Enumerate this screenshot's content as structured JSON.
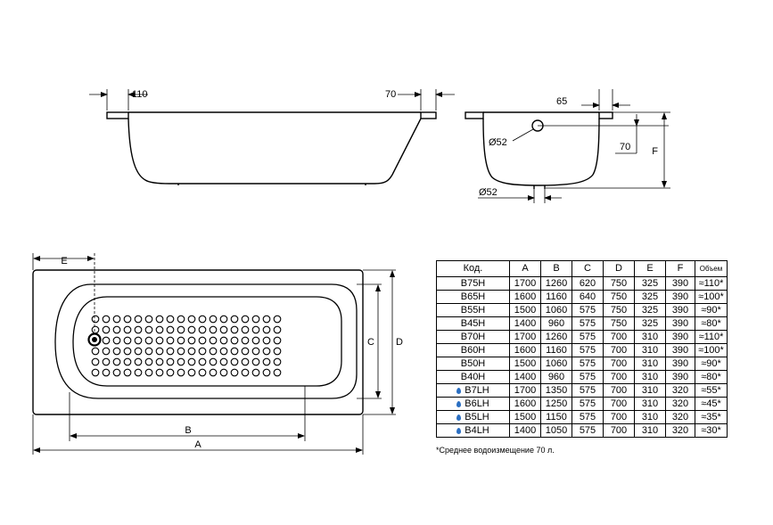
{
  "drawings": {
    "side_view": {
      "left_rim_label": "110",
      "right_rim_label": "70"
    },
    "end_view": {
      "label_65": "65",
      "label_hole_top": "Ø52",
      "label_70": "70",
      "label_f": "F",
      "label_hole_bottom": "Ø52"
    },
    "plan_view": {
      "label_e": "E",
      "label_b": "B",
      "label_a": "A",
      "label_c": "C",
      "label_d": "D"
    }
  },
  "table": {
    "headers": [
      "Код.",
      "A",
      "B",
      "C",
      "D",
      "E",
      "F",
      "Объем"
    ],
    "rows": [
      {
        "code": "B75H",
        "a": "1700",
        "b": "1260",
        "c": "620",
        "d": "750",
        "e": "325",
        "f": "390",
        "vol": "≈110*",
        "drop": false
      },
      {
        "code": "B65H",
        "a": "1600",
        "b": "1160",
        "c": "640",
        "d": "750",
        "e": "325",
        "f": "390",
        "vol": "≈100*",
        "drop": false
      },
      {
        "code": "B55H",
        "a": "1500",
        "b": "1060",
        "c": "575",
        "d": "750",
        "e": "325",
        "f": "390",
        "vol": "≈90*",
        "drop": false
      },
      {
        "code": "B45H",
        "a": "1400",
        "b": "960",
        "c": "575",
        "d": "750",
        "e": "325",
        "f": "390",
        "vol": "≈80*",
        "drop": false
      },
      {
        "code": "B70H",
        "a": "1700",
        "b": "1260",
        "c": "575",
        "d": "700",
        "e": "310",
        "f": "390",
        "vol": "≈110*",
        "drop": false
      },
      {
        "code": "B60H",
        "a": "1600",
        "b": "1160",
        "c": "575",
        "d": "700",
        "e": "310",
        "f": "390",
        "vol": "≈100*",
        "drop": false
      },
      {
        "code": "B50H",
        "a": "1500",
        "b": "1060",
        "c": "575",
        "d": "700",
        "e": "310",
        "f": "390",
        "vol": "≈90*",
        "drop": false
      },
      {
        "code": "B40H",
        "a": "1400",
        "b": "960",
        "c": "575",
        "d": "700",
        "e": "310",
        "f": "390",
        "vol": "≈80*",
        "drop": false
      },
      {
        "code": "B7LH",
        "a": "1700",
        "b": "1350",
        "c": "575",
        "d": "700",
        "e": "310",
        "f": "320",
        "vol": "≈55*",
        "drop": true
      },
      {
        "code": "B6LH",
        "a": "1600",
        "b": "1250",
        "c": "575",
        "d": "700",
        "e": "310",
        "f": "320",
        "vol": "≈45*",
        "drop": true
      },
      {
        "code": "B5LH",
        "a": "1500",
        "b": "1150",
        "c": "575",
        "d": "700",
        "e": "310",
        "f": "320",
        "vol": "≈35*",
        "drop": true
      },
      {
        "code": "B4LH",
        "a": "1400",
        "b": "1050",
        "c": "575",
        "d": "700",
        "e": "310",
        "f": "320",
        "vol": "≈30*",
        "drop": true
      }
    ],
    "footnote": "*Среднее водоизмещение 70 л."
  },
  "colors": {
    "line": "#000000",
    "drop": "#2b6fc2"
  }
}
